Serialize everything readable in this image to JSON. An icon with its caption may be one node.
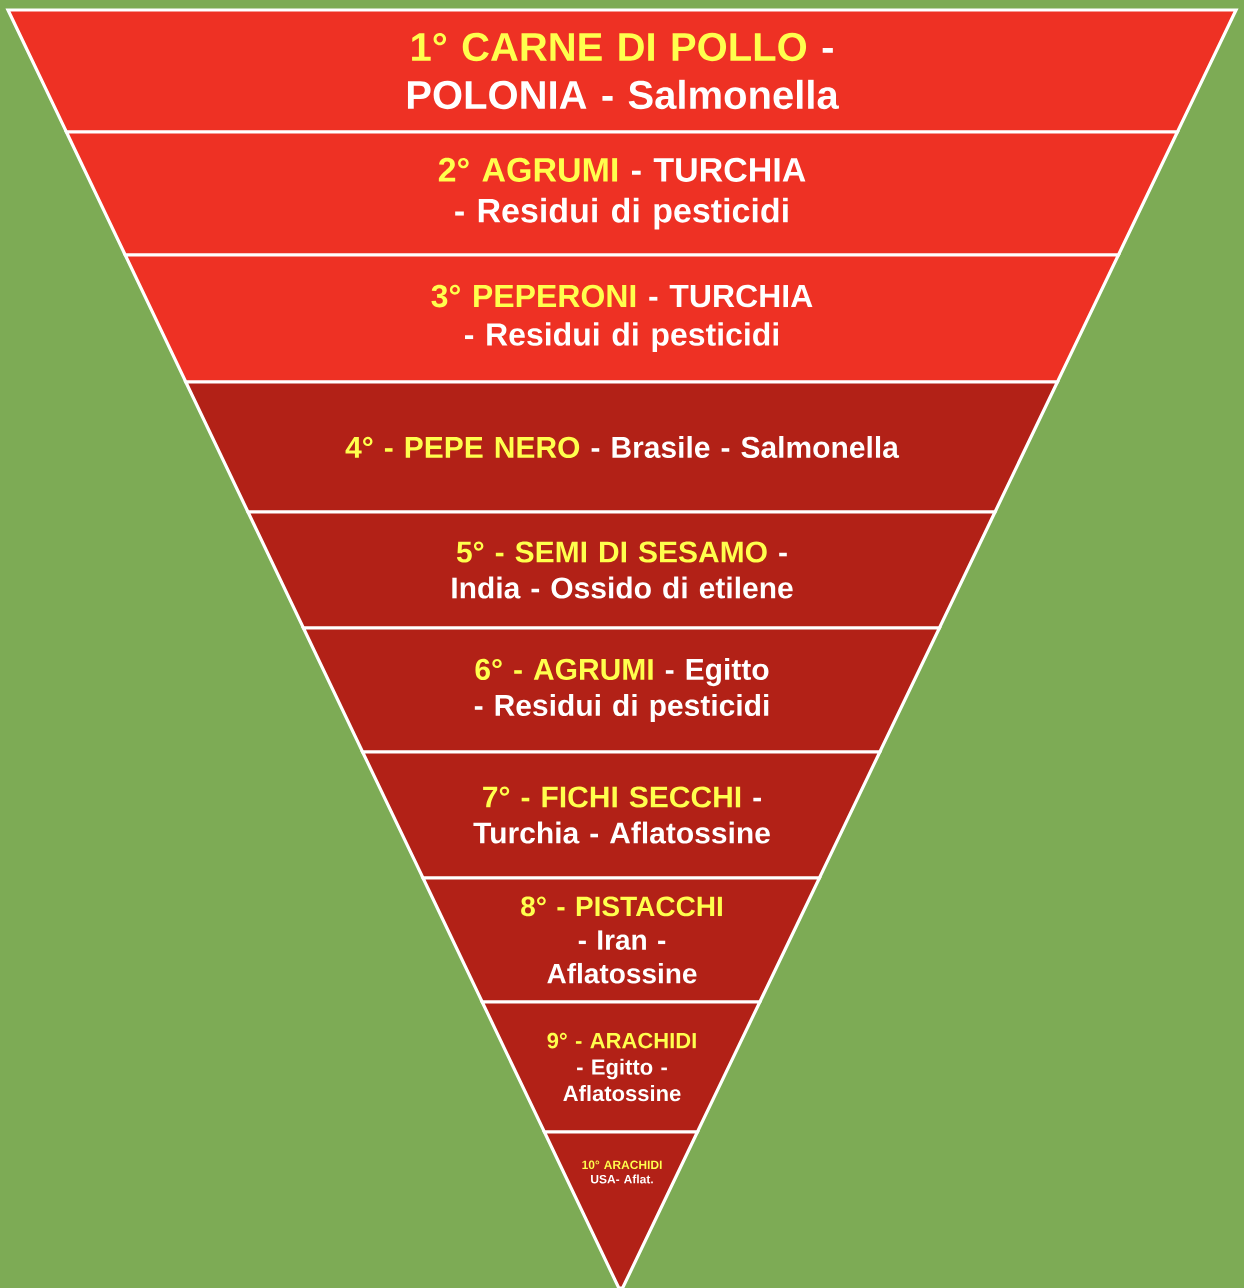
{
  "diagram": {
    "nodes": [
      {
        "text": [
          "1° CARNE DI POLLO",
          "- POLONIA - Salmonella"
        ]
      },
      {
        "text": [
          "2° AGRUMI",
          "- TURCHIA - Residui di pesticidi"
        ]
      },
      {
        "text": [
          "3° PEPERONI",
          "- TURCHIA - Residui di pesticidi"
        ]
      },
      {
        "text": [
          "4° - PEPE NERO",
          "- Brasile - Salmonella"
        ]
      },
      {
        "text": [
          "5° - SEMI DI SESAMO",
          "- India - Ossido di etilene"
        ]
      },
      {
        "text": [
          "6° - AGRUMI",
          "- Egitto - Residui di pesticidi"
        ]
      },
      {
        "text": [
          "7° - FICHI SECCHI",
          "- Turchia - Aflatossine"
        ]
      },
      {
        "text": [
          "8° - PISTACCHI",
          "- Iran - Aflatossine"
        ]
      },
      {
        "text": [
          "9° - ARACHIDI",
          "- Egitto - Aflatossine"
        ]
      },
      {
        "text": [
          "10° ARACHIDI",
          "USA- Aflat."
        ]
      }
    ]
  }
}
